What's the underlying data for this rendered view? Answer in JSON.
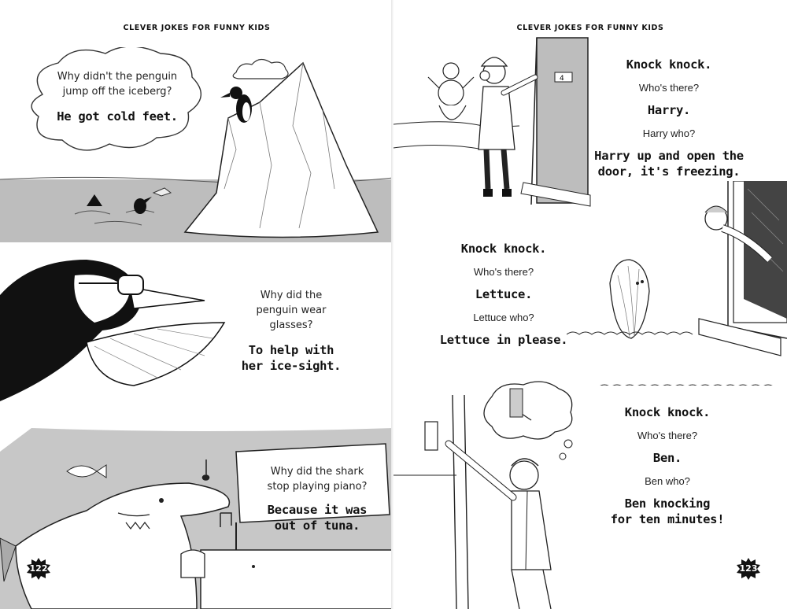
{
  "running_head": {
    "left": "CLEVER JOKES FOR FUNNY KIDS",
    "right": "CLEVER JOKES FOR FUNNY KIDS"
  },
  "left_page": {
    "page_number": "122",
    "joke1": {
      "question_lines": [
        "Why didn't the penguin",
        "jump off the iceberg?"
      ],
      "answer": "He got cold feet."
    },
    "joke2": {
      "question_lines": [
        "Why did the",
        "penguin wear",
        "glasses?"
      ],
      "answer_lines": [
        "To help with",
        "her ice-sight."
      ]
    },
    "joke3": {
      "question_lines": [
        "Why did the shark",
        "stop playing piano?"
      ],
      "answer_lines": [
        "Because it was",
        "out of tuna."
      ]
    }
  },
  "right_page": {
    "page_number": "123",
    "door_number": "4",
    "knock1": {
      "line1": "Knock knock.",
      "line2": "Who's there?",
      "line3": "Harry.",
      "line4": "Harry who?",
      "line5_lines": [
        "Harry up and open the",
        "door, it's freezing."
      ]
    },
    "knock2": {
      "line1": "Knock knock.",
      "line2": "Who's there?",
      "line3": "Lettuce.",
      "line4": "Lettuce who?",
      "line5": "Lettuce in please."
    },
    "knock3": {
      "line1": "Knock knock.",
      "line2": "Who's there?",
      "line3": "Ben.",
      "line4": "Ben who?",
      "line5_lines": [
        "Ben knocking",
        "for ten minutes!"
      ]
    }
  }
}
